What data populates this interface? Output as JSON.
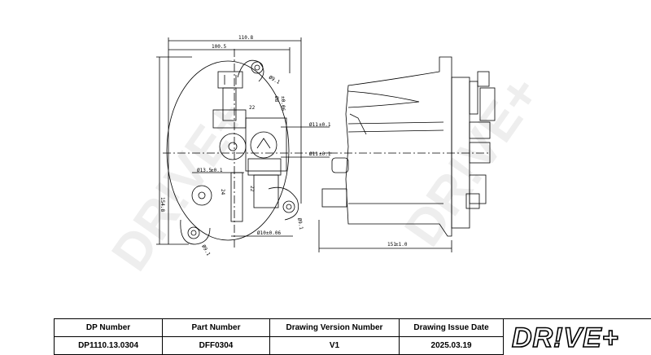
{
  "drawing": {
    "dims": {
      "w1": "110.8",
      "w2": "100.5",
      "h1": "154.8",
      "len": "151",
      "len_tol": "±1.0",
      "d_top": "Ø9.1",
      "d_right": "Ø9.1",
      "d_bot": "Ø9.1",
      "d_11a": "Ø11",
      "d_11a_tol": "±0.1",
      "d_11b": "Ø11",
      "d_11b_tol": "±0.1",
      "d_135": "Ø13.5",
      "d_135_tol": "±0.1",
      "d_10": "Ø10",
      "d_10_tol": "±0.06",
      "d_small": "Ø8",
      "d_small_tol": "±0.06",
      "v22": "22",
      "v24": "24",
      "v22b": "22"
    }
  },
  "title_block": {
    "headers": [
      "DP Number",
      "Part Number",
      "Drawing Version Number",
      "Drawing Issue Date"
    ],
    "values": [
      "DP1110.13.0304",
      "DFF0304",
      "V1",
      "2025.03.19"
    ]
  },
  "logo": {
    "text": "DR!VE+"
  },
  "watermark": {
    "text": "DR!VE+"
  },
  "colors": {
    "line": "#000000",
    "watermark": "#e8e8e8",
    "logo_orange": "#e8621c"
  }
}
